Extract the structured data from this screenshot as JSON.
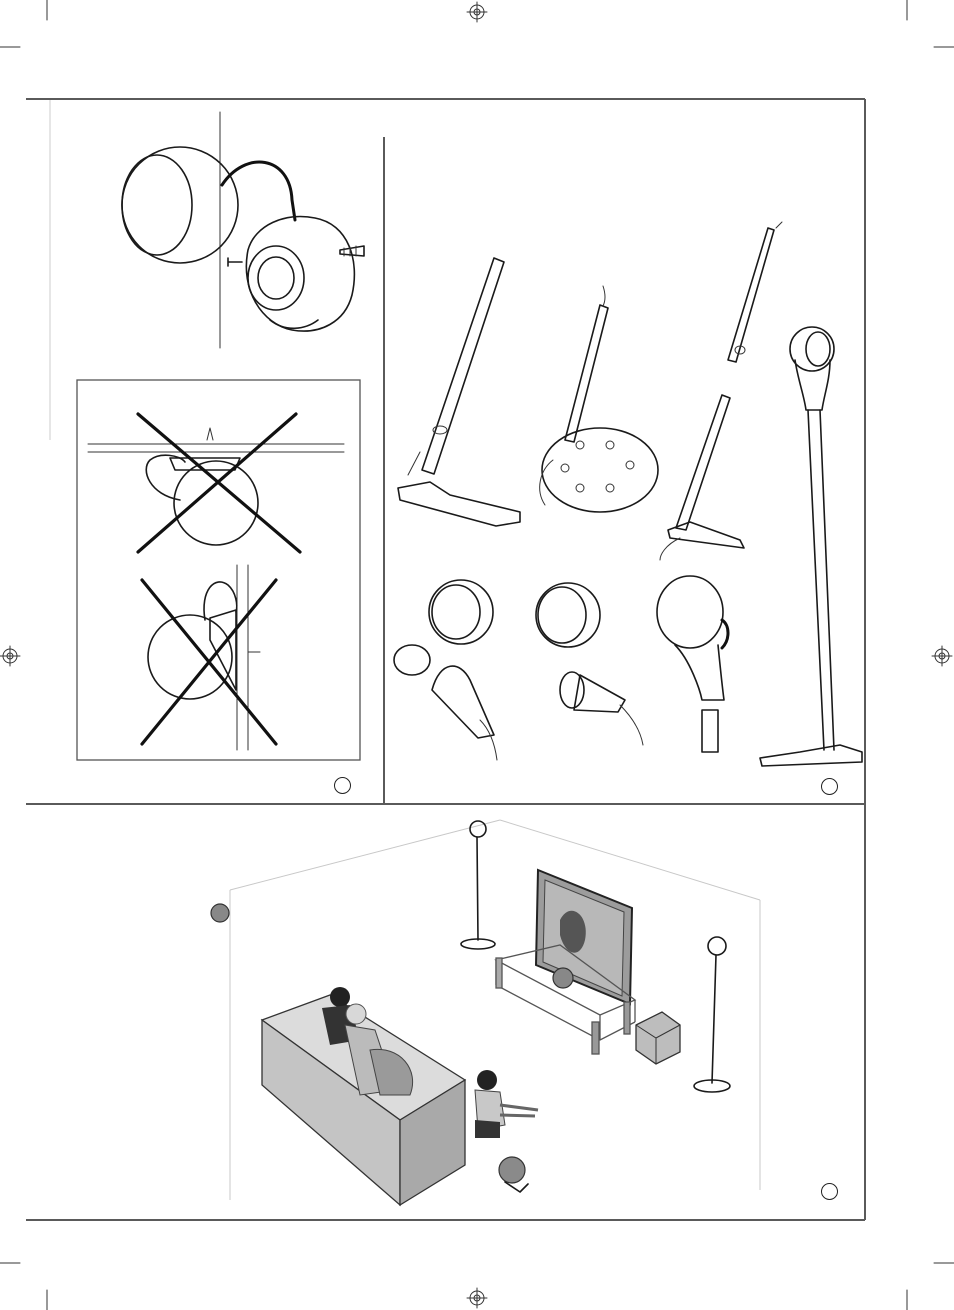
{
  "document": {
    "panels": [
      {
        "id": "wall-mount",
        "badge": ""
      },
      {
        "id": "floor-stand",
        "badge": ""
      },
      {
        "id": "room-setup",
        "badge": ""
      }
    ]
  },
  "colors": {
    "frame": "#5a5a5a",
    "ink": "#1a1a1a",
    "sofa": "#c9c9c9",
    "tv": "#9c9c9c"
  },
  "icons": {
    "registration_mark": "crosshair-circle-icon",
    "prohibited": "x-cross-icon"
  }
}
